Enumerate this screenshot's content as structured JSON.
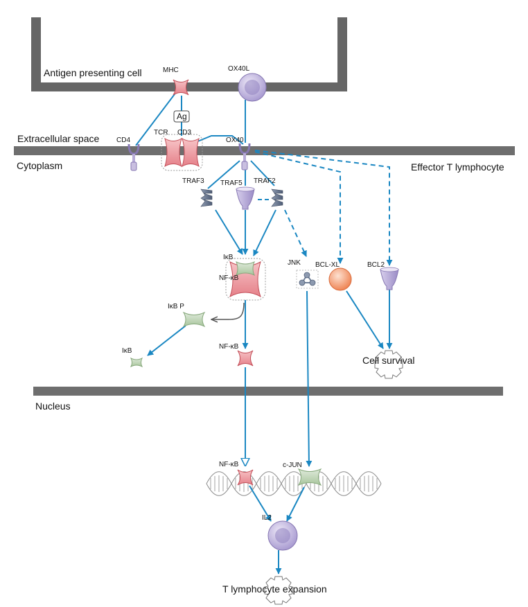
{
  "regions": {
    "apc": "Antigen presenting cell",
    "extracellular": "Extracellular space",
    "cytoplasm": "Cytoplasm",
    "effector": "Effector T lymphocyte",
    "nucleus": "Nucleus"
  },
  "nodes": {
    "mhc": "MHC",
    "ox40l": "OX40L",
    "ag": "Ag",
    "tcr": "TCR",
    "cd3": "CD3",
    "cd4": "CD4",
    "ox40": "OX40",
    "traf3": "TRAF3",
    "traf5": "TRAF5",
    "traf2": "TRAF2",
    "ikb_complex": "IκB",
    "nfkb_complex": "NF-κB",
    "jnk": "JNK",
    "bclxl": "BCL-XL",
    "bcl2": "BCL2",
    "ikbp": "IκB P",
    "ikb": "IκB",
    "nfkb_cyto": "NF-κB",
    "nfkb_nuc": "NF-κB",
    "cjun": "c-JUN",
    "il2": "IL2"
  },
  "outcomes": {
    "cell_survival": "Cell survival",
    "t_expansion": "T lymphocyte expansion"
  },
  "colors": {
    "arrow": "#1a87c2",
    "membrane": "#6e6e6e",
    "red_fill": "#f0a4a8",
    "red_stroke": "#c24d57",
    "green_fill": "#c6dbbf",
    "green_stroke": "#85a77a",
    "purple_fill": "#c9bfe0",
    "purple_stroke": "#8677b2",
    "orange_fill": "#f39c73",
    "orange_stroke": "#d86838",
    "traf": "#6f7f98"
  }
}
